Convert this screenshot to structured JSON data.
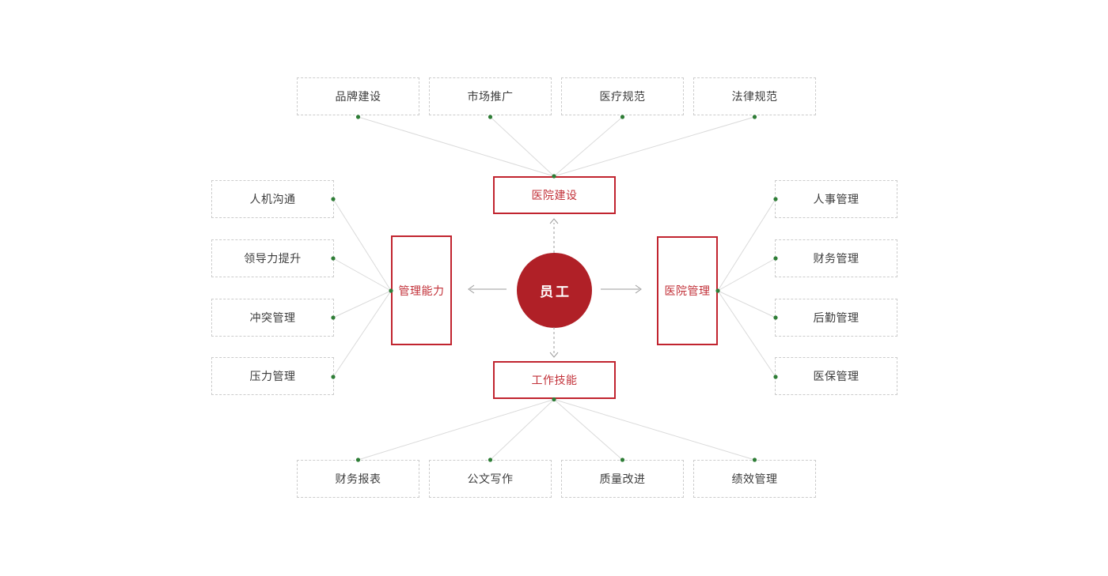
{
  "diagram": {
    "center": {
      "label": "员工"
    },
    "branches": {
      "top": {
        "label": "医院建设",
        "items": [
          "品牌建设",
          "市场推广",
          "医疗规范",
          "法律规范"
        ]
      },
      "left": {
        "label": "管理能力",
        "items": [
          "人机沟通",
          "领导力提升",
          "冲突管理",
          "压力管理"
        ]
      },
      "right": {
        "label": "医院管理",
        "items": [
          "人事管理",
          "财务管理",
          "后勤管理",
          "医保管理"
        ]
      },
      "bottom": {
        "label": "工作技能",
        "items": [
          "财务报表",
          "公文写作",
          "质量改进",
          "绩效管理"
        ]
      }
    },
    "colors": {
      "red": "#c1242f",
      "circle": "#b02027",
      "redText": "#c23038",
      "dashBorder": "#cccccc",
      "line": "#dadada",
      "arrow": "#9b9b9b",
      "dot": "#2e7d36",
      "text": "#3c3c3c",
      "bg": "#ffffff"
    }
  }
}
